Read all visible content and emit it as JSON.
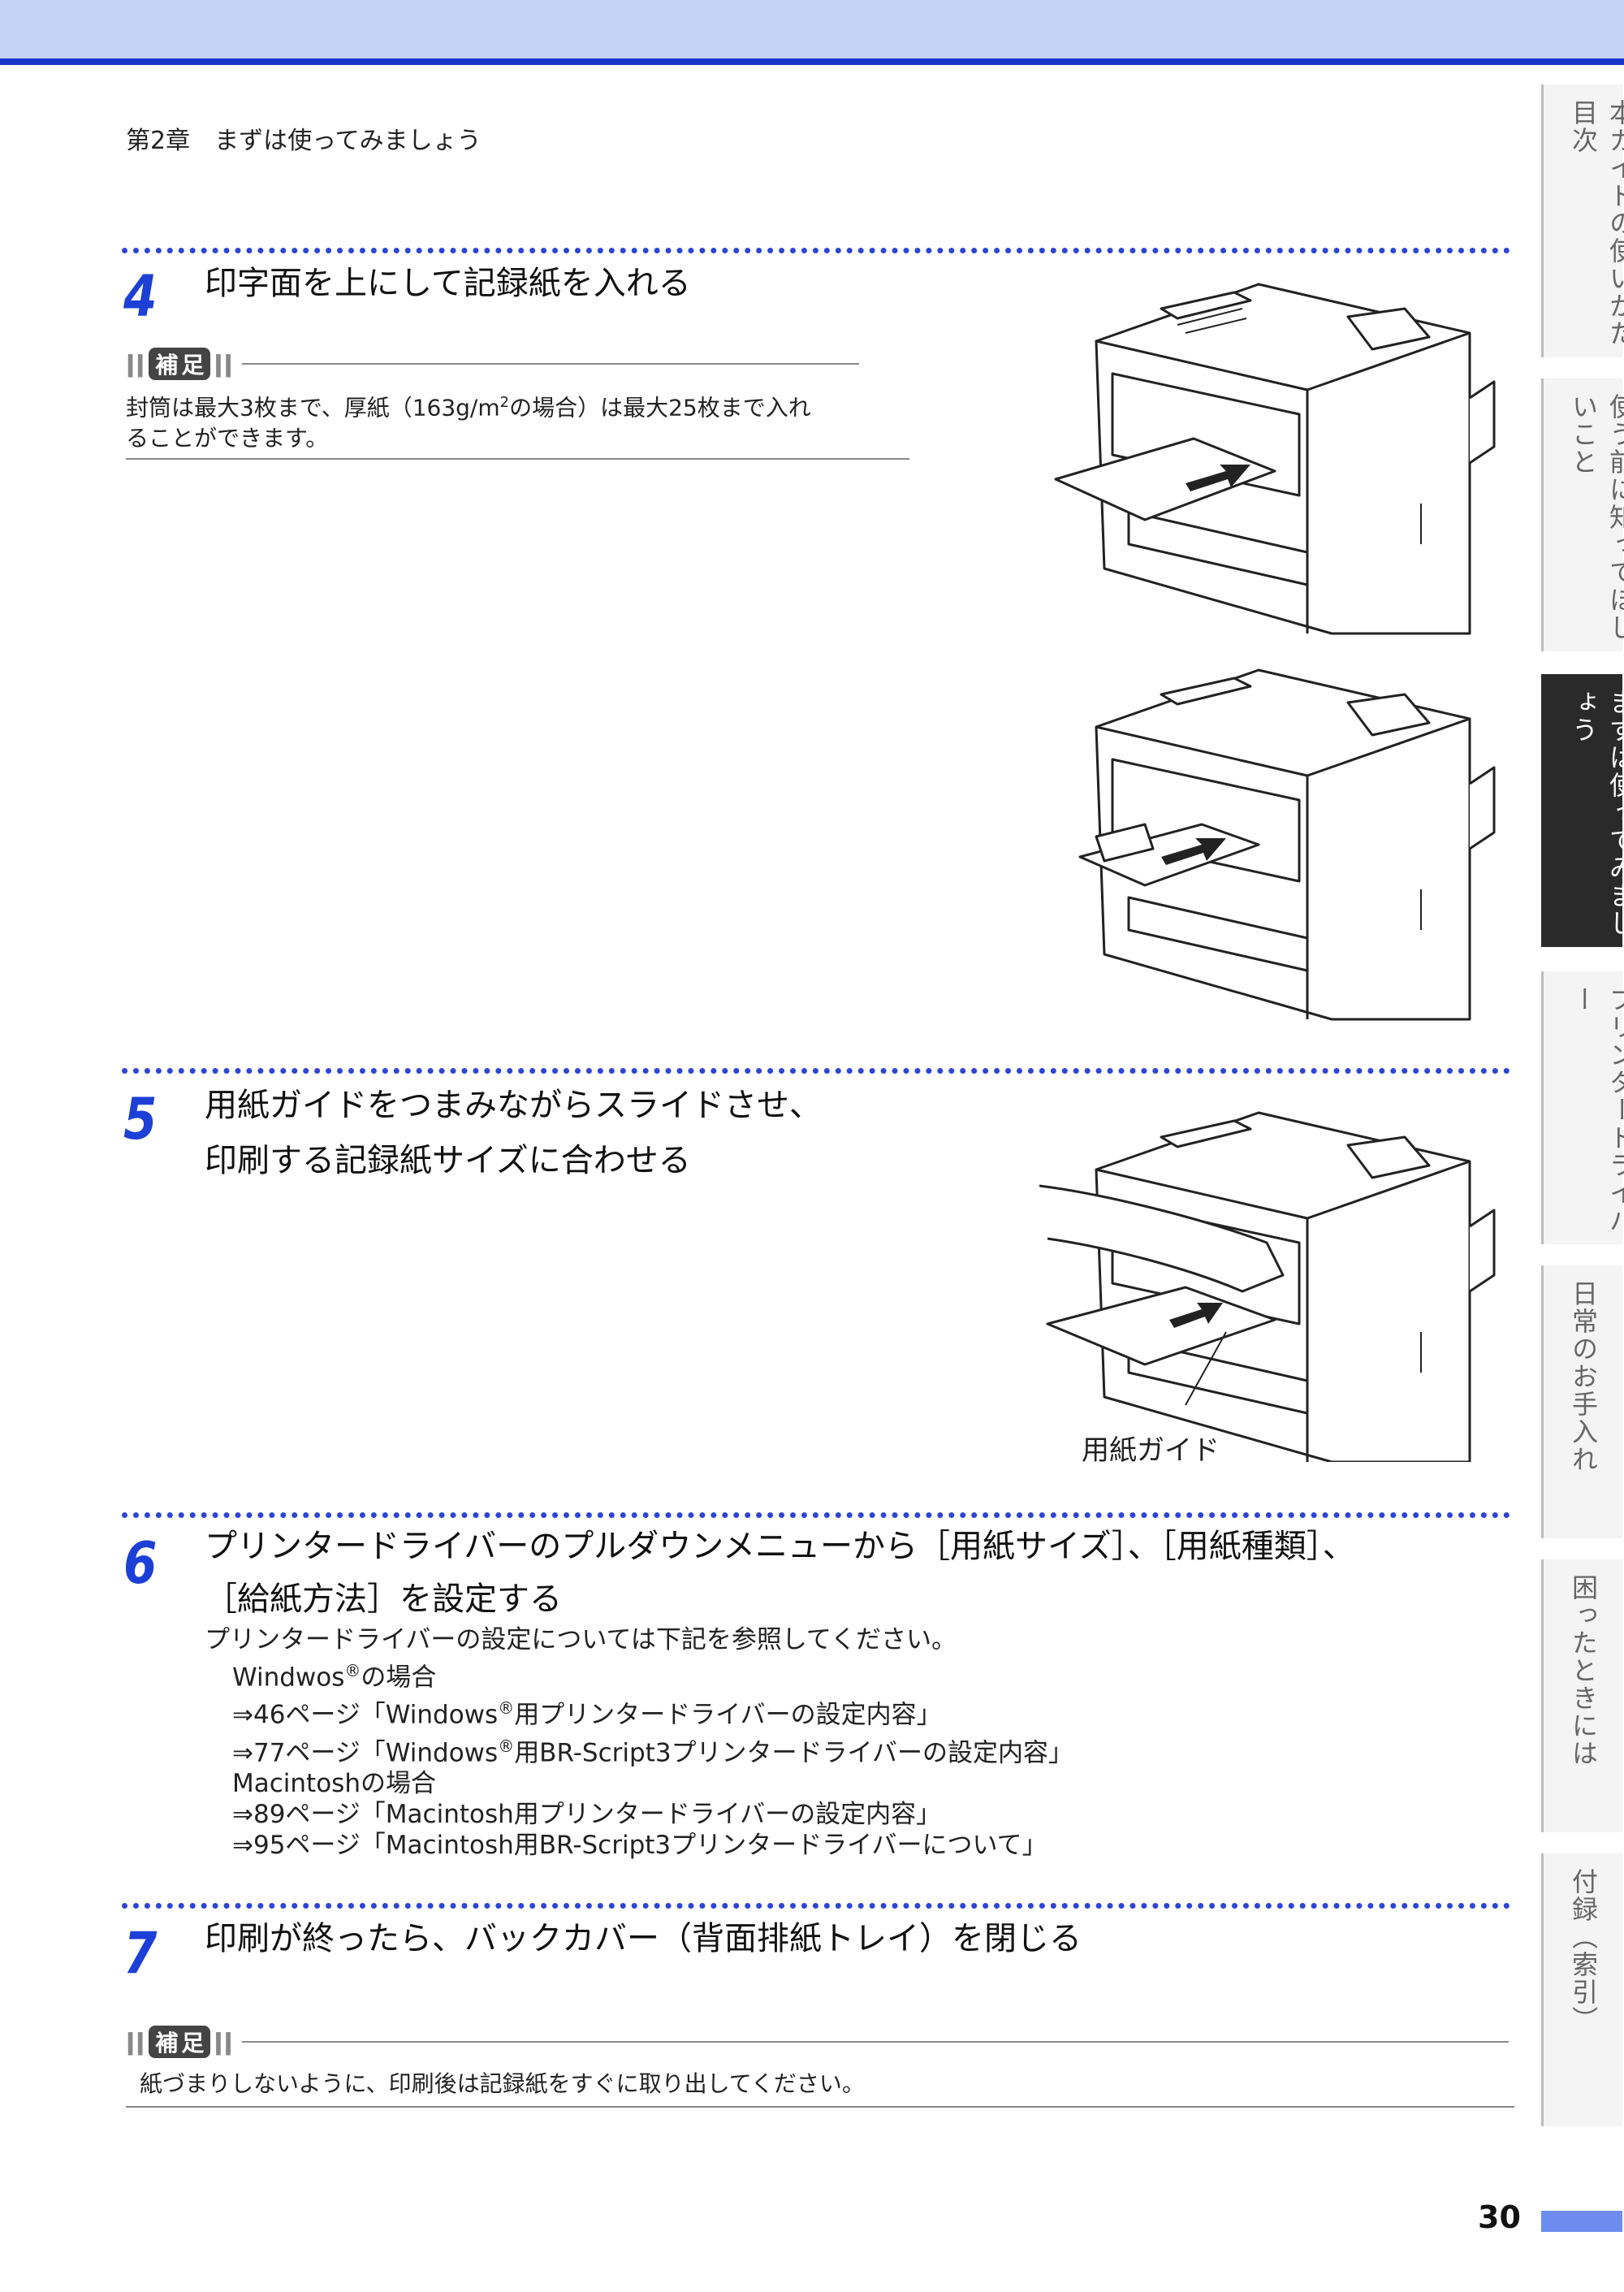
{
  "header": {
    "chapter": "第2章　まずは使ってみましょう"
  },
  "steps": [
    {
      "num": "4",
      "title": "印字面を上にして記録紙を入れる"
    },
    {
      "num": "5",
      "title_line1": "用紙ガイドをつまみながらスライドさせ、",
      "title_line2": "印刷する記録紙サイズに合わせる"
    },
    {
      "num": "6",
      "title_line1": "プリンタードライバーのプルダウンメニューから［用紙サイズ］、［用紙種類］、",
      "title_line2": "［給紙方法］を設定する"
    },
    {
      "num": "7",
      "title": "印刷が終ったら、バックカバー（背面排紙トレイ）を閉じる"
    }
  ],
  "note_badge": {
    "chars": [
      "補",
      "足"
    ]
  },
  "note1": {
    "line1_before": "封筒は最大3枚まで、厚紙（163g/m",
    "sup": "2",
    "line1_after": "の場合）は最大25枚まで入れ",
    "line2": "ることができます。"
  },
  "note2": {
    "text": "紙づまりしないように、印刷後は記録紙をすぐに取り出してください。"
  },
  "step5_label": "用紙ガイド",
  "step6_body": {
    "intro": "プリンタードライバーの設定については下記を参照してください。",
    "win_a": "Windwos",
    "win_b": "の場合",
    "ref1_a": "⇒46ページ「Windows",
    "ref1_b": "用プリンタードライバーの設定内容」",
    "ref2_a": "⇒77ページ「Windows",
    "ref2_b": "用BR-Script3プリンタードライバーの設定内容」",
    "mac": "Macintoshの場合",
    "ref3": "⇒89ページ「Macintosh用プリンタードライバーの設定内容」",
    "ref4": "⇒95ページ「Macintosh用BR-Script3プリンタードライバーについて」",
    "reg": "®"
  },
  "sidebar": {
    "tabs": [
      {
        "label": "本ガイドの使いかた目次",
        "active": false
      },
      {
        "label": "使う前に知ってほしいこと",
        "active": false
      },
      {
        "label": "まずは使ってみましょう",
        "active": true
      },
      {
        "label": "プリンタードライバー",
        "active": false
      },
      {
        "label": "日常のお手入れ",
        "active": false
      },
      {
        "label": "困ったときには",
        "active": false
      },
      {
        "label": "付録（索引）",
        "active": false
      }
    ]
  },
  "page_number": "30",
  "colors": {
    "accent": "#1c3fd6",
    "topband": "#c6d2f4",
    "active_tab": "#2a2a2a"
  }
}
